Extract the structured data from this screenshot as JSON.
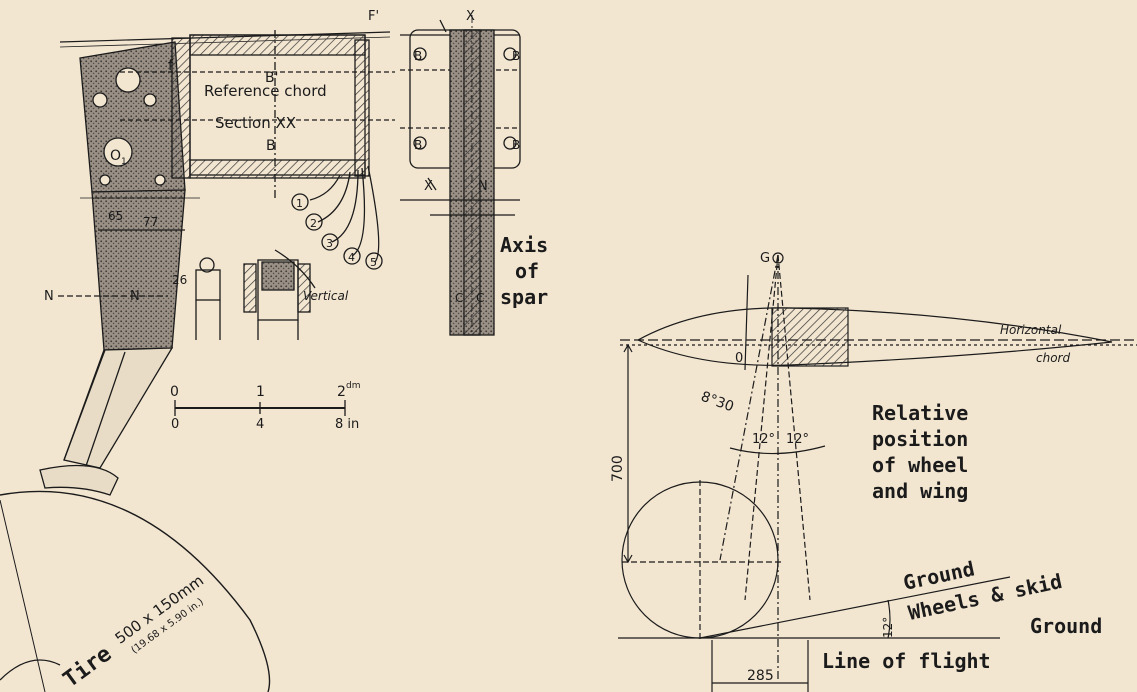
{
  "left_drawing": {
    "reference_chord": "Reference chord",
    "section_xx": "Section XX",
    "b_prime": "B'",
    "b": "B",
    "f": "f",
    "f_prime": "F'",
    "o1": "O",
    "o1_sub": "1",
    "dim_65": "65",
    "dim_77": "77",
    "dim_26": "26",
    "n": "N",
    "vertical": "Vertical",
    "circled": [
      "1",
      "2",
      "3",
      "4",
      "5"
    ],
    "scale": {
      "zero": "0",
      "one": "1",
      "two": "2",
      "dm": "dm",
      "zero_in": "0",
      "four": "4",
      "eight_in": "8 in"
    },
    "tire_label": "Tire",
    "tire_mm": "500 x 150mm",
    "tire_in": "(19.68 x 5.90 in.)"
  },
  "spar_drawing": {
    "x": "X",
    "b": "B",
    "n": "N",
    "c": "C",
    "axis_line1": "Axis",
    "axis_line2": "of",
    "axis_line3": "spar"
  },
  "right_drawing": {
    "g": "G",
    "o": "0",
    "horizontal": "Horizontal",
    "chord": "chord",
    "angle_830": "8°30",
    "angle_12_left": "12°",
    "angle_12_right": "12°",
    "dim_700": "700",
    "relative_l1": "Relative",
    "relative_l2": "position",
    "relative_l3": "of wheel",
    "relative_l4": "and wing",
    "ground_top": "Ground",
    "wheels_skid": "Wheels & skid",
    "ground_bottom": "Ground",
    "angle_12_ground": "12°",
    "line_of_flight": "Line of flight",
    "dim_285": "285"
  },
  "colors": {
    "paper": "#f3e6d1",
    "ink": "#1b1b1b",
    "hatch": "#444444"
  }
}
